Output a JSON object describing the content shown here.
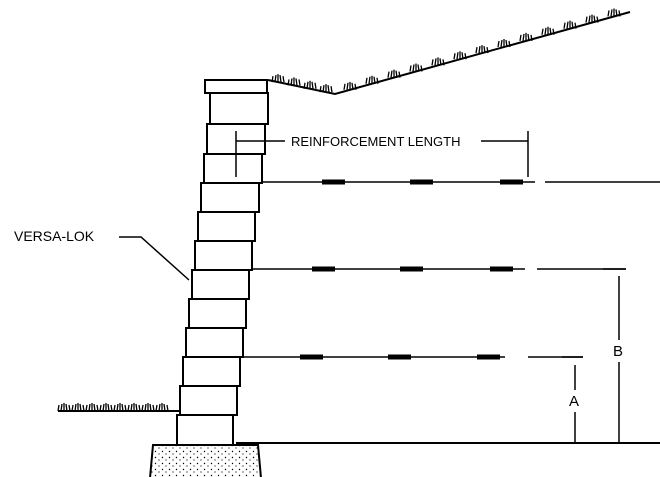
{
  "labels": {
    "reinforcement_length": "REINFORCEMENT LENGTH",
    "wall_product": "VERSA-LOK",
    "dimension_a": "A",
    "dimension_b": "B"
  },
  "colors": {
    "line": "#000000",
    "background": "#ffffff",
    "footing_fill": "#e6e6e6"
  }
}
